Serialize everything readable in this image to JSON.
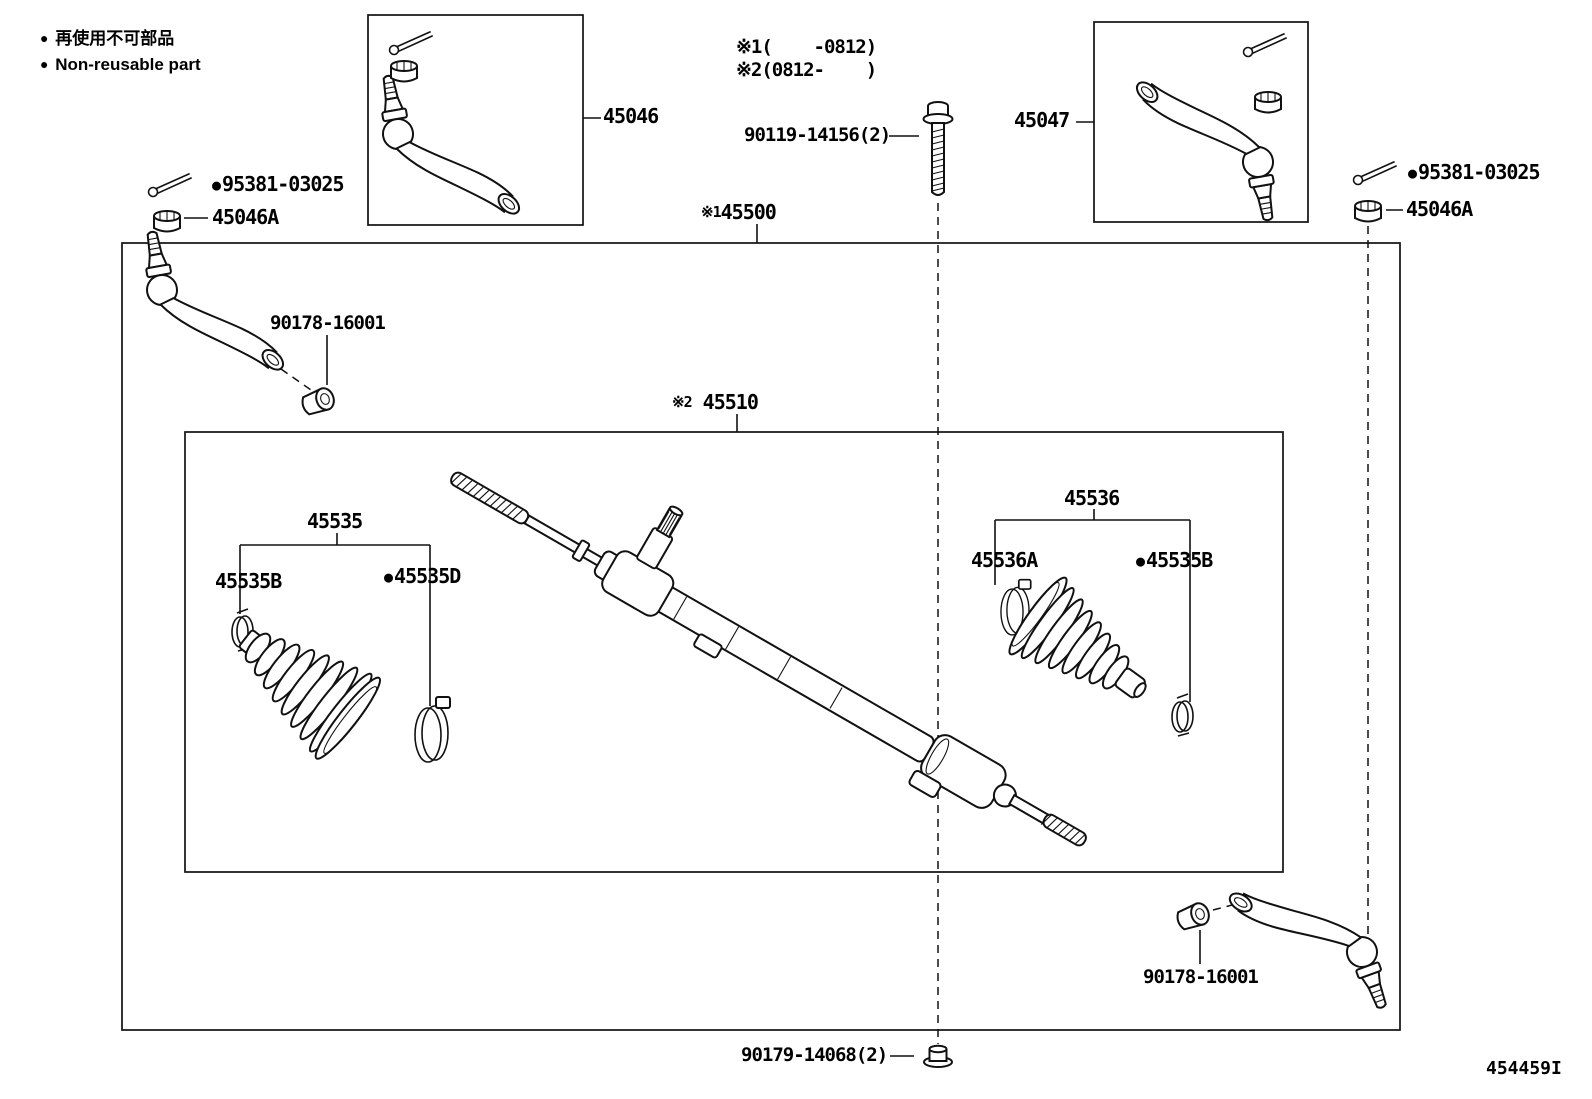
{
  "doc": {
    "figure_code": "454459I"
  },
  "legend": {
    "bullet": "●",
    "jp": "再使用不可部品",
    "en": "Non-reusable part"
  },
  "notes": {
    "line1": "※1(    -0812)",
    "line2": "※2(0812-    )"
  },
  "labels": {
    "tie_rod_end_rh": "45046",
    "tie_rod_end_lh": "45047",
    "nut_left": "45046A",
    "nut_right": "45046A",
    "cotter_pin_left": "95381-03025",
    "cotter_pin_right": "95381-03025",
    "bolt": "90119-14156(2)",
    "rack_assy_prefix": "※1",
    "rack_assy": "45500",
    "rack_housing_prefix": "※2",
    "rack_housing": "45510",
    "boot_set_left": "45535",
    "clamp_left": "45535B",
    "clip_left": "45535D",
    "boot_set_right": "45536",
    "clamp_right": "45536A",
    "clip_right": "45535B",
    "grommet_left": "90178-16001",
    "grommet_right": "90178-16001",
    "lock_nut": "90179-14068(2)"
  }
}
